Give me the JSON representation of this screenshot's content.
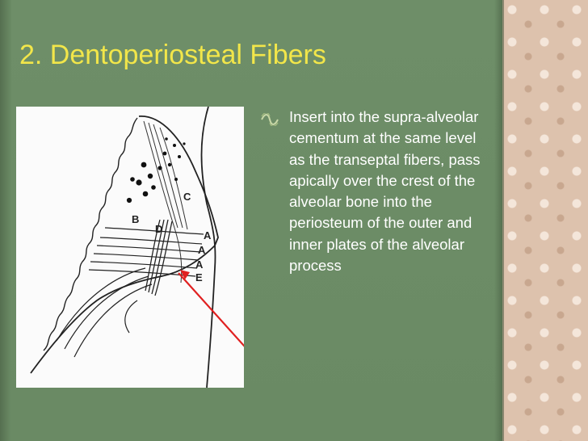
{
  "slide": {
    "title": "2. Dentoperiosteal Fibers",
    "bullet_text": "Insert into the supra-alveolar cementum at the same level as the transeptal fibers, pass apically over the crest of the alveolar bone into the periosteum of the outer and inner plates of the alveolar process"
  },
  "figure": {
    "labels": {
      "b": "B",
      "c": "C",
      "d": "D",
      "a1": "A",
      "a2": "A",
      "a3": "A",
      "e": "E"
    }
  },
  "colors": {
    "background": "#6e8e68",
    "title": "#f2e64a",
    "text": "#ffffff",
    "arrow": "#e02020",
    "side_pattern": "#ddc2ad"
  },
  "icons": {
    "bullet": "bullet-icon"
  }
}
